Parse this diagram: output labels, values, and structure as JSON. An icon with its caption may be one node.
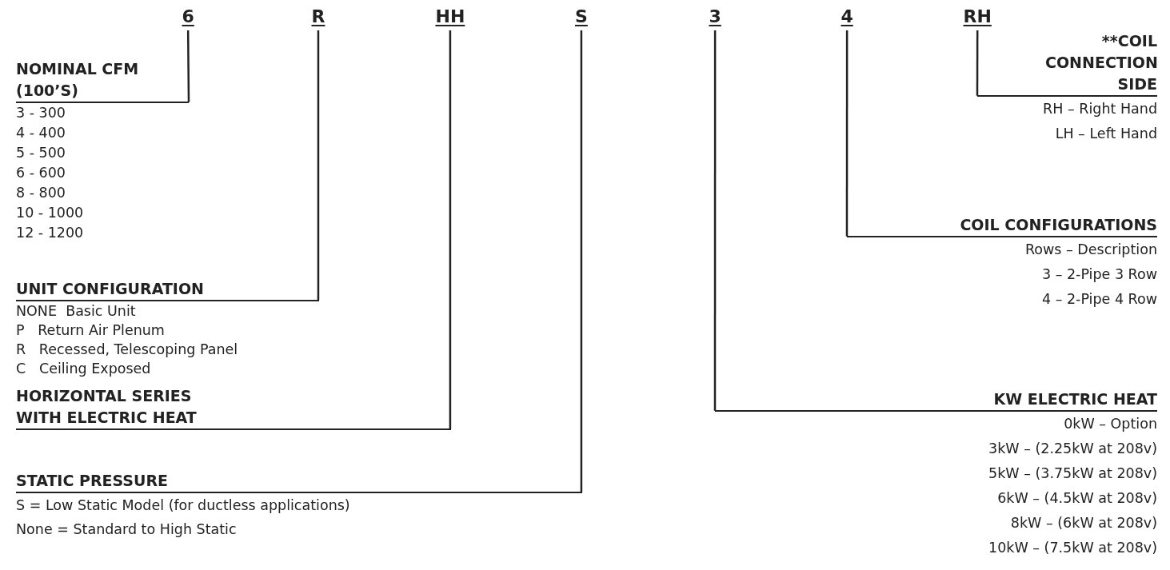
{
  "diagram": {
    "nodes": [
      {
        "text": [
          "6"
        ]
      },
      {
        "text": [
          "R"
        ]
      },
      {
        "text": [
          "HH"
        ]
      },
      {
        "text": [
          "S"
        ]
      },
      {
        "text": [
          "3"
        ]
      },
      {
        "text": [
          "4"
        ]
      },
      {
        "text": [
          "RH"
        ]
      },
      {
        "text": [
          "NOMINAL CFM (100’S)",
          "3 - 300",
          "4 - 400",
          "5 - 500",
          "6 - 600",
          "8 - 800",
          "10 - 1000",
          "12 - 1200"
        ]
      },
      {
        "text": [
          "UNIT CONFIGURATION",
          "NONE  Basic Unit",
          "P   Return Air Plenum",
          "R   Recessed, Telescoping Panel",
          "C   Ceiling Exposed"
        ]
      },
      {
        "text": [
          "HORIZONTAL SERIES WITH ELECTRIC HEAT"
        ]
      },
      {
        "text": [
          "STATIC PRESSURE",
          "S = Low Static Model (for ductless applications)",
          "None = Standard to High Static"
        ]
      },
      {
        "text": [
          "KW ELECTRIC HEAT",
          "0kW – Option",
          "3kW – (2.25kW at 208v)",
          "5kW – (3.75kW at 208v)",
          "6kW – (4.5kW at 208v)",
          "8kW – (6kW at 208v)",
          "10kW – (7.5kW at 208v)"
        ]
      },
      {
        "text": [
          "COIL CONFIGURATIONS",
          "Rows – Description",
          "3 – 2-Pipe 3 Row",
          "4 – 2-Pipe 4 Row"
        ]
      },
      {
        "text": [
          "**COIL CONNECTION SIDE",
          "RH – Right Hand",
          "LH – Left Hand"
        ]
      }
    ],
    "edges": [
      {
        "from": 0,
        "to": 7,
        "arrow": "none"
      },
      {
        "from": 1,
        "to": 8,
        "arrow": "none"
      },
      {
        "from": 2,
        "to": 9,
        "arrow": "none"
      },
      {
        "from": 3,
        "to": 10,
        "arrow": "none"
      },
      {
        "from": 4,
        "to": 11,
        "arrow": "none"
      },
      {
        "from": 5,
        "to": 12,
        "arrow": "none"
      },
      {
        "from": 6,
        "to": 13,
        "arrow": "none"
      }
    ]
  }
}
